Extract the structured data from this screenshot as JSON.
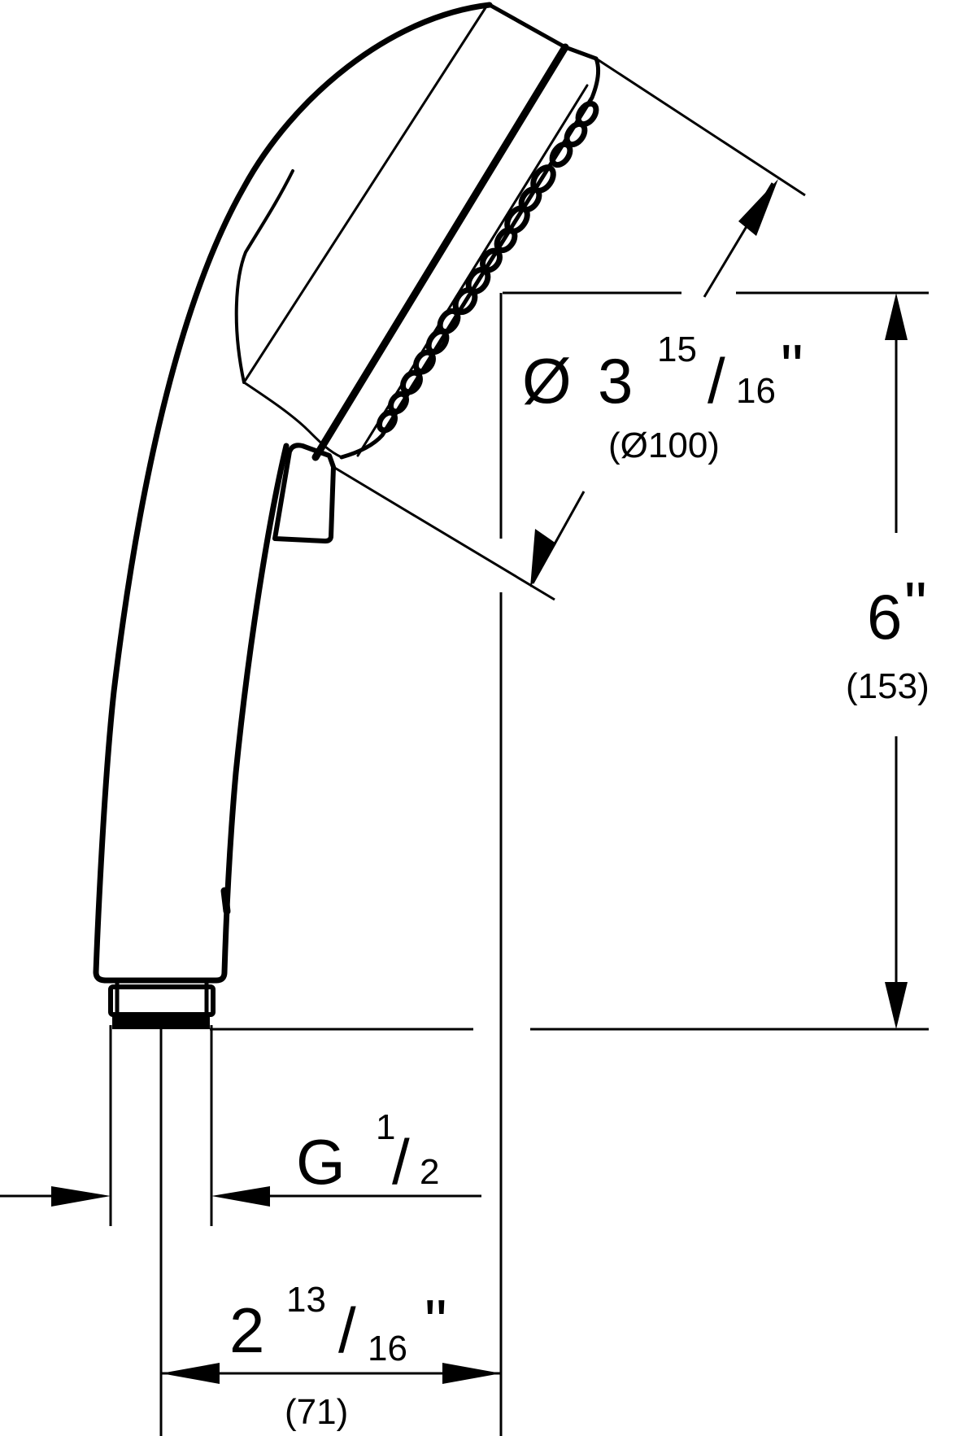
{
  "drawing": {
    "subject": "hand shower",
    "line_color": "#000000",
    "background": "#ffffff"
  },
  "dimensions": {
    "head_diameter": {
      "symbol": "Ø",
      "whole": "3",
      "numerator": "15",
      "slash": "/",
      "denominator": "16",
      "unit": "\"",
      "metric": "(Ø100)"
    },
    "height": {
      "whole": "6",
      "unit": "\"",
      "metric": "(153)"
    },
    "thread": {
      "prefix": "G",
      "numerator": "1",
      "slash": "/",
      "denominator": "2"
    },
    "offset": {
      "whole": "2",
      "numerator": "13",
      "slash": "/",
      "denominator": "16",
      "unit": "\"",
      "metric": "(71)"
    }
  }
}
